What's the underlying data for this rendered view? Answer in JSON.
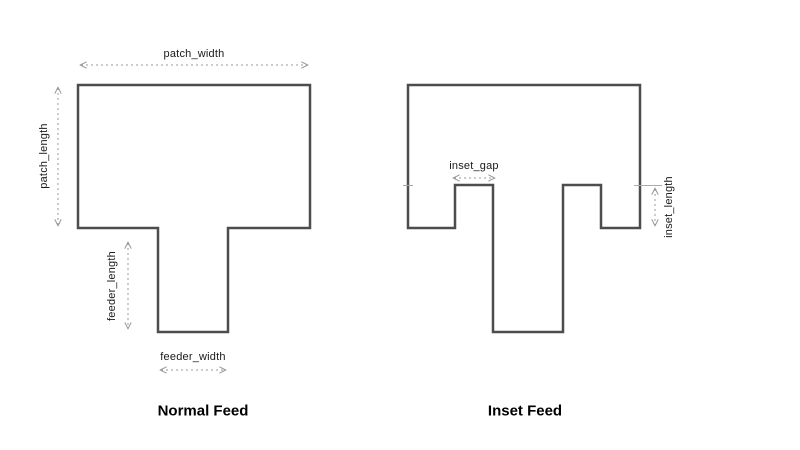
{
  "page": {
    "background": "#ffffff"
  },
  "colors": {
    "shape_outline": "#4d4d4d",
    "dimension_line": "#999999",
    "label_text": "#1a1a1a",
    "title_text": "#000000"
  },
  "normal": {
    "title": "Normal Feed",
    "patch_width_label": "patch_width",
    "patch_length_label": "patch_length",
    "feeder_length_label": "feeder_length",
    "feeder_width_label": "feeder_width"
  },
  "inset": {
    "title": "Inset Feed",
    "inset_gap_label": "inset_gap",
    "inset_length_label": "inset_length"
  }
}
